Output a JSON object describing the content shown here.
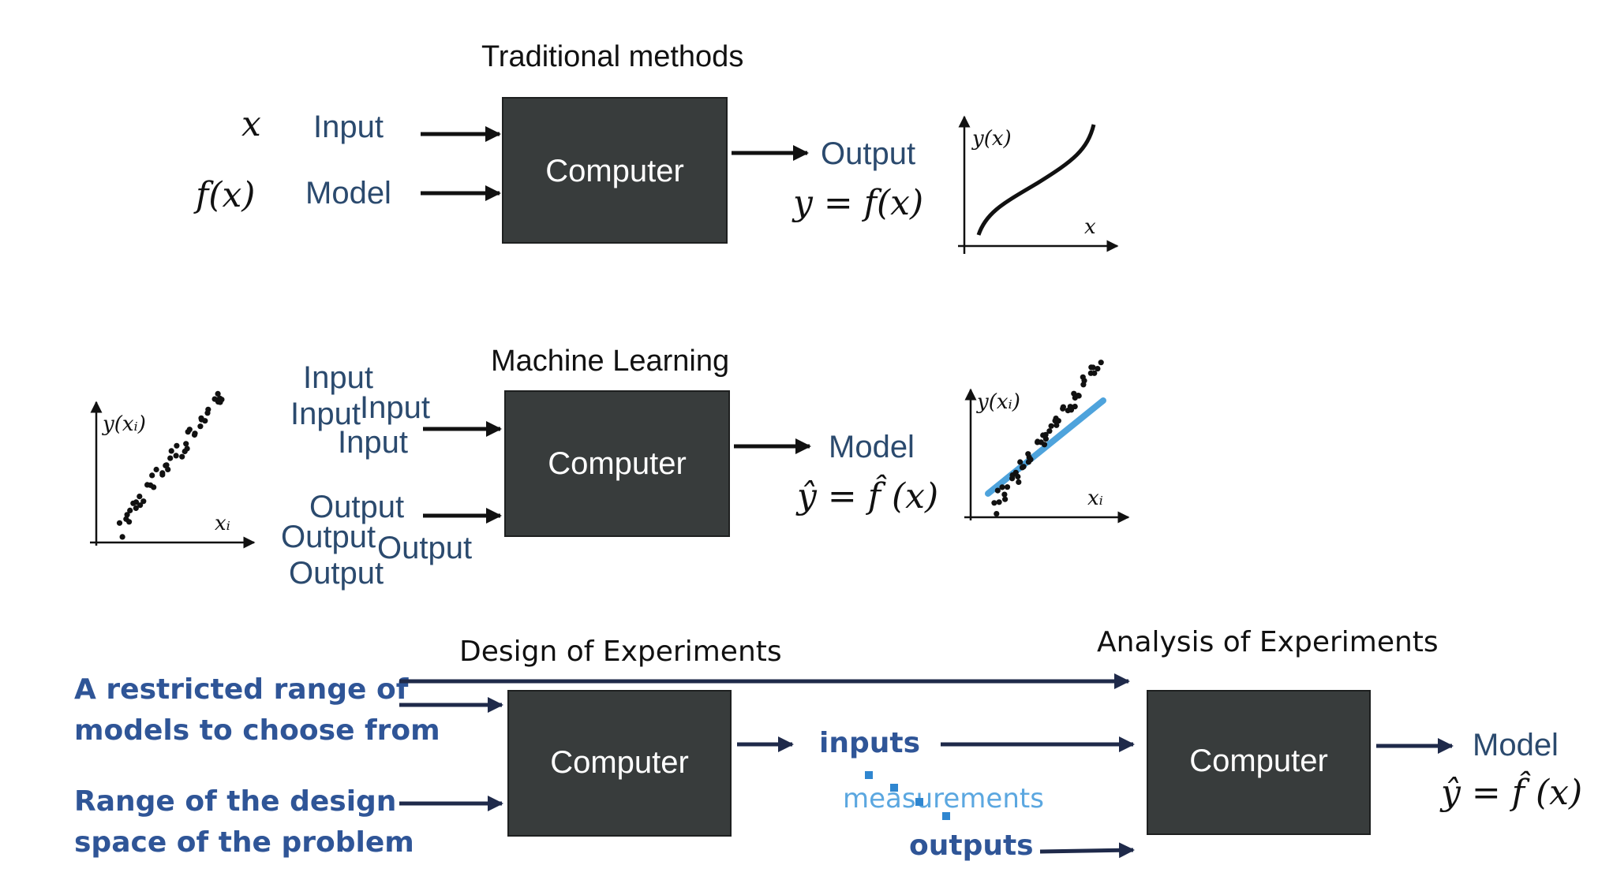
{
  "traditional": {
    "title": "Traditional methods",
    "input_symbol": "x",
    "input_label": "Input",
    "model_symbol": "f(x)",
    "model_label": "Model",
    "computer_label": "Computer",
    "output_label": "Output",
    "output_equation": "y = f(x)",
    "graph_y_label": "y(x)",
    "graph_x_label": "x"
  },
  "machine_learning": {
    "title": "Machine Learning",
    "input_labels": [
      "Input",
      "Input",
      "Input",
      "Input"
    ],
    "output_labels": [
      "Output",
      "Output",
      "Output",
      "Output"
    ],
    "computer_label": "Computer",
    "output_label": "Model",
    "output_equation": "ŷ = f̂ (x)",
    "left_graph_y_label": "y(xᵢ)",
    "left_graph_x_label": "xᵢ",
    "right_graph_y_label": "y(xᵢ)",
    "right_graph_x_label": "xᵢ"
  },
  "experiments": {
    "design_title": "Design of Experiments",
    "analysis_title": "Analysis of Experiments",
    "restricted_range_line1": "A restricted range of",
    "restricted_range_line2": "models to choose from",
    "design_space_line1": "Range of the design",
    "design_space_line2": "space of the problem",
    "design_computer_label": "Computer",
    "inputs_label": "inputs",
    "measurements_label": "measurements",
    "outputs_label": "outputs",
    "analysis_computer_label": "Computer",
    "output_label": "Model",
    "output_equation": "ŷ = f̂ (x)"
  },
  "colors": {
    "box_fill": "#383c3c",
    "label_blue": "#2b4a6e",
    "bold_blue": "#2f5597",
    "arrow_navy": "#1f2a4a",
    "fit_line": "#4ea3dc"
  }
}
